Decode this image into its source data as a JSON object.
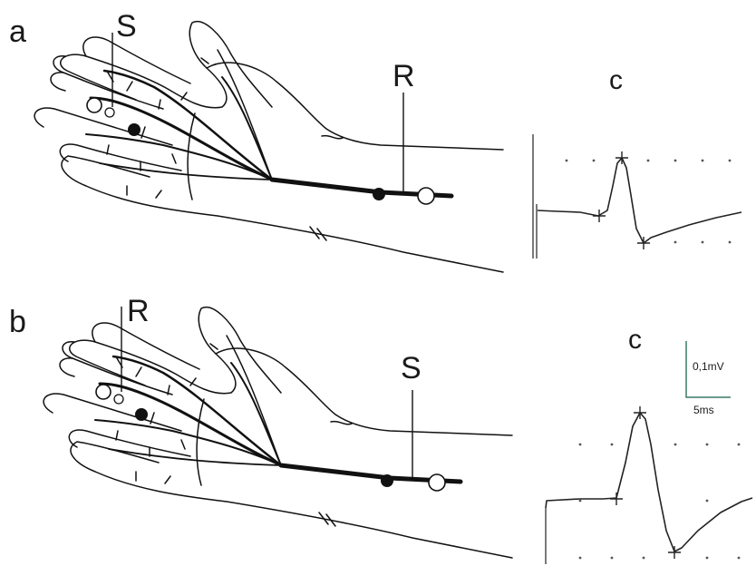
{
  "panel_a": {
    "label": "a",
    "electrode_proximal": "R",
    "electrode_distal": "S",
    "trace_label": "c"
  },
  "panel_b": {
    "label": "b",
    "electrode_proximal": "S",
    "electrode_distal": "R",
    "trace_label": "c"
  },
  "scale_bar": {
    "amplitude": "0,1mV",
    "time": "5ms"
  },
  "colors": {
    "ink": "#111111",
    "scale_bar": "#3a7a6a",
    "background": "#ffffff"
  }
}
